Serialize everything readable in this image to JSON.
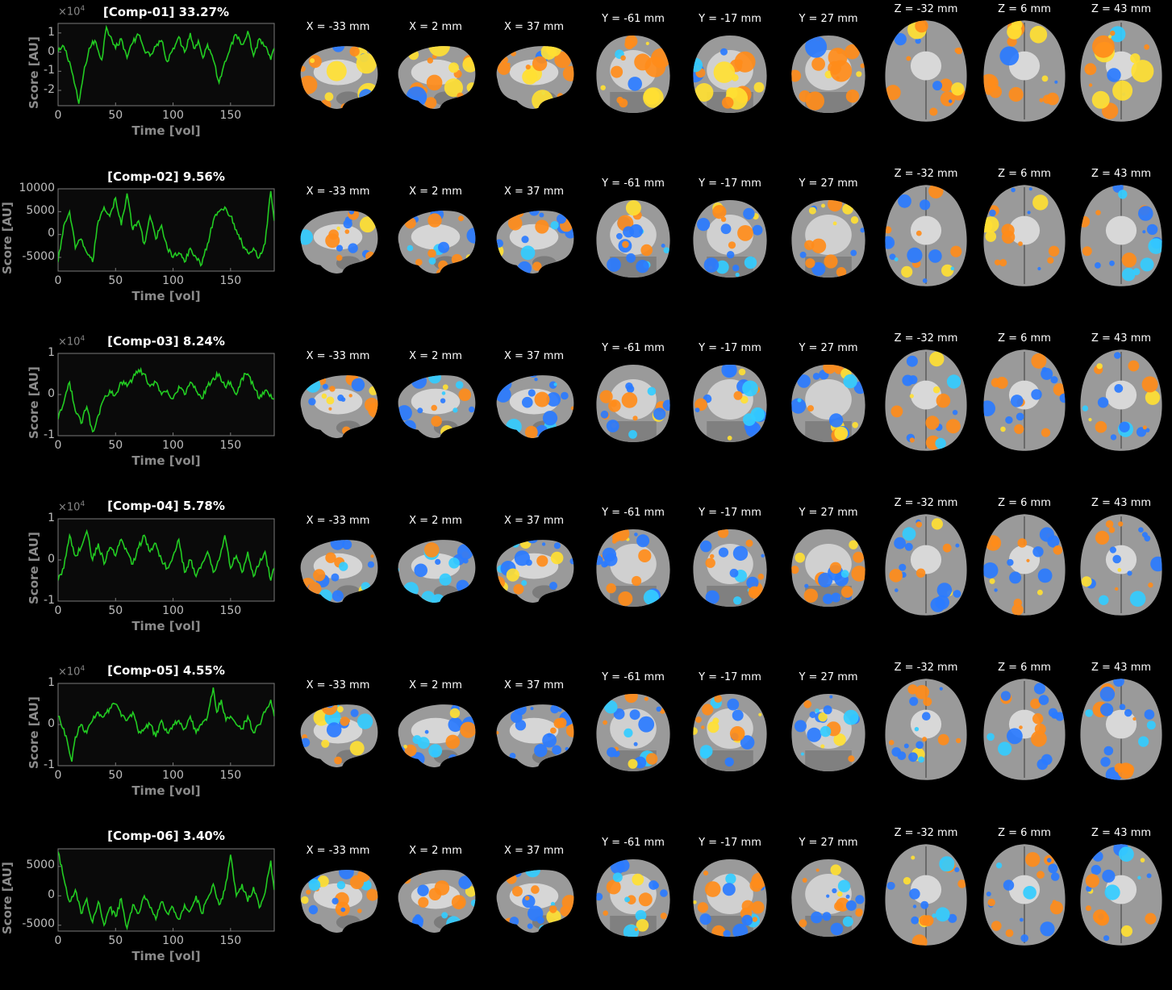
{
  "axis_labels": {
    "ylabel": "Score [AU]",
    "xlabel": "Time [vol]"
  },
  "exponent_base": "×10",
  "exponent_power": "4",
  "slice_labels": [
    "X = -33 mm",
    "X = 2 mm",
    "X = 37 mm",
    "Y = -61 mm",
    "Y = -17 mm",
    "Y = 27 mm",
    "Z = -32 mm",
    "Z = 6 mm",
    "Z = 43 mm"
  ],
  "colors": {
    "trace": "#22cc22",
    "plot_bg": "#0a0a0a",
    "positive": "#ff8c1a",
    "positive_hi": "#ffe033",
    "negative": "#2a7bff",
    "negative_hi": "#33ccff",
    "brain": "#9a9a9a"
  },
  "chart_data": [
    {
      "type": "line",
      "title": "[Comp-01] 33.27%",
      "xlabel": "Time [vol]",
      "ylabel": "Score [AU]",
      "xlim": [
        0,
        188
      ],
      "ylim": [
        -2.8,
        1.5
      ],
      "scale_exponent": 4,
      "xticks": [
        "0",
        "50",
        "100",
        "150"
      ],
      "yticks": [
        "1",
        "0",
        "-1",
        "-2"
      ],
      "ytick_values": [
        1,
        0,
        -1,
        -2
      ],
      "x": [
        0,
        5,
        10,
        15,
        18,
        22,
        27,
        32,
        38,
        42,
        46,
        50,
        55,
        60,
        64,
        70,
        75,
        80,
        85,
        90,
        95,
        100,
        105,
        110,
        115,
        118,
        122,
        126,
        130,
        135,
        140,
        145,
        150,
        155,
        160,
        165,
        170,
        175,
        180,
        185,
        188
      ],
      "y": [
        0,
        0.3,
        -0.5,
        -1.8,
        -2.7,
        -1.2,
        0.2,
        0.6,
        -0.4,
        1.3,
        0.8,
        0.2,
        0.7,
        -0.3,
        0.4,
        0.9,
        0.1,
        -0.2,
        0.3,
        0.6,
        -0.5,
        0.2,
        0.8,
        0.0,
        1.0,
        0.2,
        0.6,
        -0.3,
        0.4,
        -0.4,
        -1.6,
        -0.5,
        0.3,
        0.9,
        0.4,
        1.1,
        -0.2,
        0.7,
        0.3,
        -0.4,
        0.2
      ]
    },
    {
      "type": "line",
      "title": "[Comp-02] 9.56%",
      "xlabel": "Time [vol]",
      "ylabel": "Score [AU]",
      "xlim": [
        0,
        188
      ],
      "ylim": [
        -8000,
        10000
      ],
      "scale_exponent": 0,
      "xticks": [
        "0",
        "50",
        "100",
        "150"
      ],
      "yticks": [
        "10000",
        "5000",
        "0",
        "-5000"
      ],
      "ytick_values": [
        10000,
        5000,
        0,
        -5000
      ],
      "x": [
        0,
        5,
        10,
        15,
        20,
        25,
        30,
        35,
        40,
        45,
        50,
        55,
        60,
        65,
        70,
        75,
        80,
        85,
        90,
        95,
        100,
        105,
        110,
        115,
        120,
        125,
        130,
        135,
        140,
        145,
        150,
        155,
        160,
        165,
        170,
        175,
        180,
        185,
        188
      ],
      "y": [
        -6000,
        2000,
        5000,
        -3000,
        -1000,
        -4000,
        -6000,
        3000,
        6000,
        4000,
        8000,
        2000,
        9000,
        1000,
        3000,
        -2000,
        4000,
        -1000,
        2000,
        -3000,
        -5000,
        -4000,
        -6000,
        -3000,
        -5000,
        -6500,
        -2000,
        3000,
        5000,
        6000,
        4000,
        1000,
        -2000,
        -4000,
        -3000,
        -5000,
        -2000,
        9500,
        3000
      ]
    },
    {
      "type": "line",
      "title": "[Comp-03] 8.24%",
      "xlabel": "Time [vol]",
      "ylabel": "Score [AU]",
      "xlim": [
        0,
        188
      ],
      "ylim": [
        -1,
        1
      ],
      "scale_exponent": 4,
      "xticks": [
        "0",
        "50",
        "100",
        "150"
      ],
      "yticks": [
        "1",
        "0",
        "-1"
      ],
      "ytick_values": [
        1,
        0,
        -1
      ],
      "x": [
        0,
        5,
        10,
        15,
        20,
        25,
        30,
        35,
        40,
        45,
        50,
        55,
        60,
        65,
        70,
        75,
        80,
        85,
        90,
        95,
        100,
        105,
        110,
        115,
        120,
        125,
        130,
        135,
        140,
        145,
        150,
        155,
        160,
        165,
        170,
        175,
        180,
        185,
        188
      ],
      "y": [
        -0.6,
        -0.2,
        0.3,
        -0.4,
        -0.7,
        -0.3,
        -0.9,
        -0.5,
        -0.1,
        0.1,
        0.0,
        0.3,
        0.2,
        0.4,
        0.6,
        0.5,
        0.2,
        0.3,
        0.0,
        0.1,
        -0.1,
        0.2,
        0.0,
        0.3,
        0.1,
        -0.1,
        0.2,
        0.4,
        0.5,
        0.2,
        0.3,
        0.0,
        0.4,
        0.5,
        0.2,
        -0.1,
        0.1,
        0.0,
        -0.1
      ]
    },
    {
      "type": "line",
      "title": "[Comp-04] 5.78%",
      "xlabel": "Time [vol]",
      "ylabel": "Score [AU]",
      "xlim": [
        0,
        188
      ],
      "ylim": [
        -1,
        1
      ],
      "scale_exponent": 4,
      "xticks": [
        "0",
        "50",
        "100",
        "150"
      ],
      "yticks": [
        "1",
        "0",
        "-1"
      ],
      "ytick_values": [
        1,
        0,
        -1
      ],
      "x": [
        0,
        5,
        10,
        15,
        20,
        25,
        30,
        35,
        40,
        45,
        50,
        55,
        60,
        65,
        70,
        75,
        80,
        85,
        90,
        95,
        100,
        105,
        110,
        115,
        120,
        125,
        130,
        135,
        140,
        145,
        150,
        155,
        160,
        165,
        170,
        175,
        180,
        185,
        188
      ],
      "y": [
        -0.5,
        -0.2,
        0.6,
        0.1,
        0.3,
        0.7,
        0.0,
        0.4,
        -0.1,
        0.3,
        0.1,
        0.5,
        0.2,
        -0.1,
        0.3,
        0.6,
        0.2,
        0.4,
        0.0,
        -0.2,
        0.1,
        0.5,
        -0.3,
        0.0,
        -0.4,
        -0.1,
        0.2,
        -0.3,
        0.0,
        0.6,
        -0.2,
        0.1,
        -0.3,
        0.2,
        -0.4,
        -0.1,
        0.2,
        -0.5,
        -0.2
      ]
    },
    {
      "type": "line",
      "title": "[Comp-05] 4.55%",
      "xlabel": "Time [vol]",
      "ylabel": "Score [AU]",
      "xlim": [
        0,
        188
      ],
      "ylim": [
        -1,
        1
      ],
      "scale_exponent": 4,
      "xticks": [
        "0",
        "50",
        "100",
        "150"
      ],
      "yticks": [
        "1",
        "0",
        "-1"
      ],
      "ytick_values": [
        1,
        0,
        -1
      ],
      "x": [
        0,
        5,
        10,
        12,
        15,
        20,
        25,
        30,
        35,
        40,
        45,
        50,
        55,
        60,
        65,
        70,
        75,
        80,
        85,
        90,
        95,
        100,
        105,
        110,
        115,
        120,
        125,
        130,
        135,
        138,
        142,
        146,
        150,
        155,
        160,
        165,
        170,
        175,
        180,
        185,
        188
      ],
      "y": [
        0.2,
        -0.1,
        -0.7,
        -0.9,
        -0.3,
        0.0,
        -0.2,
        0.1,
        0.3,
        0.2,
        0.4,
        0.5,
        0.2,
        0.1,
        0.3,
        -0.2,
        -0.1,
        0.0,
        -0.3,
        0.1,
        -0.2,
        0.0,
        0.1,
        -0.1,
        0.2,
        -0.2,
        0.0,
        0.2,
        0.9,
        0.3,
        0.6,
        0.1,
        0.2,
        0.0,
        -0.1,
        0.2,
        -0.2,
        0.0,
        0.3,
        0.6,
        0.2
      ]
    },
    {
      "type": "line",
      "title": "[Comp-06] 3.40%",
      "xlabel": "Time [vol]",
      "ylabel": "Score [AU]",
      "xlim": [
        0,
        188
      ],
      "ylim": [
        -6000,
        8000
      ],
      "scale_exponent": 0,
      "xticks": [
        "0",
        "50",
        "100",
        "150"
      ],
      "yticks": [
        "5000",
        "0",
        "-5000"
      ],
      "ytick_values": [
        5000,
        0,
        -5000
      ],
      "x": [
        0,
        5,
        10,
        15,
        20,
        25,
        30,
        35,
        40,
        45,
        50,
        55,
        60,
        65,
        70,
        75,
        80,
        85,
        90,
        95,
        100,
        105,
        110,
        115,
        120,
        125,
        130,
        135,
        140,
        145,
        150,
        155,
        160,
        165,
        170,
        175,
        180,
        185,
        188
      ],
      "y": [
        7500,
        3000,
        -1000,
        1000,
        -3000,
        -500,
        -4500,
        -1000,
        -5000,
        -2000,
        -3500,
        -500,
        -5500,
        -1500,
        -3000,
        0,
        -2000,
        -4000,
        -1000,
        -3000,
        -2000,
        -4000,
        -1500,
        -2500,
        0,
        -3000,
        -500,
        2000,
        -1500,
        1000,
        7000,
        0,
        2000,
        -1000,
        1500,
        -2000,
        500,
        6000,
        1000
      ]
    }
  ]
}
